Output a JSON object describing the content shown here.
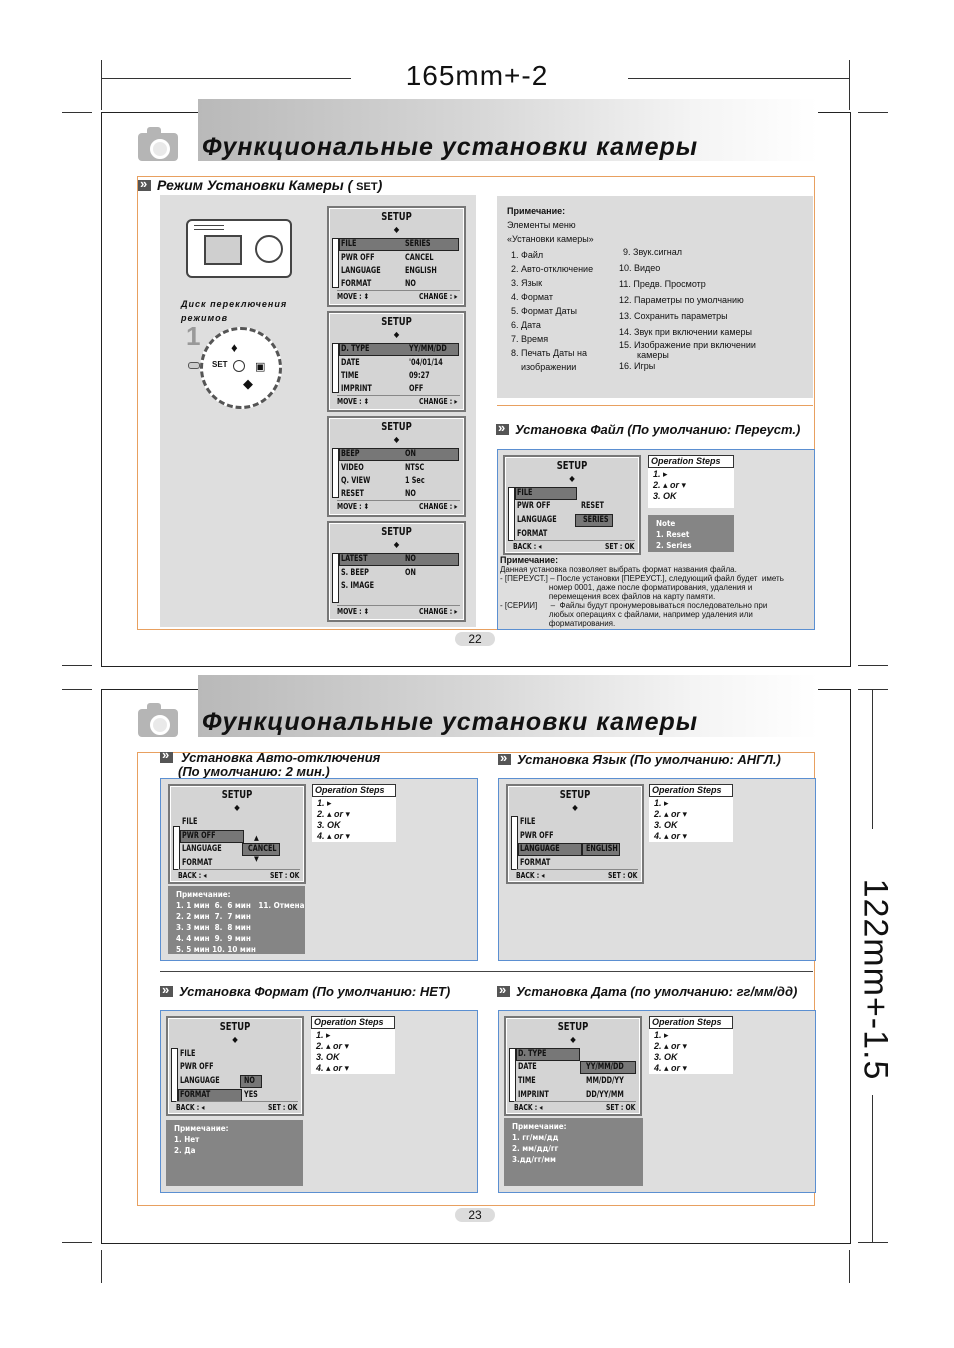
{
  "dims": {
    "width_label": "165mm+-2",
    "height_label": "122mm+-1.5"
  },
  "page1": {
    "title": "Функциональные установки камеры",
    "section": "Режим Установки Камеры (",
    "section_set": "SET",
    "section_close": ")",
    "dial_label_1": "Диск переключения",
    "dial_label_2": "режимов",
    "dial_num": "1",
    "dial_set": "SET",
    "screens": [
      {
        "title": "SETUP",
        "rows": [
          [
            "FILE",
            "SERIES"
          ],
          [
            "PWR OFF",
            "CANCEL"
          ],
          [
            "LANGUAGE",
            "ENGLISH"
          ],
          [
            "FORMAT",
            "NO"
          ]
        ],
        "move": "MOVE :",
        "change": "CHANGE :"
      },
      {
        "title": "SETUP",
        "rows": [
          [
            "D. TYPE",
            "YY/MM/DD"
          ],
          [
            "DATE",
            "'04/01/14"
          ],
          [
            "TIME",
            "09:27"
          ],
          [
            "IMPRINT",
            "OFF"
          ]
        ],
        "move": "MOVE :",
        "change": "CHANGE :"
      },
      {
        "title": "SETUP",
        "rows": [
          [
            "BEEP",
            "ON"
          ],
          [
            "VIDEO",
            "NTSC"
          ],
          [
            "Q. VIEW",
            "1 Sec"
          ],
          [
            "RESET",
            "NO"
          ]
        ],
        "move": "MOVE :",
        "change": "CHANGE :"
      },
      {
        "title": "SETUP",
        "rows": [
          [
            "LATEST",
            "NO"
          ],
          [
            "S. BEEP",
            "ON"
          ],
          [
            "S. IMAGE",
            ""
          ],
          [
            "",
            ""
          ]
        ],
        "move": "MOVE :",
        "change": "CHANGE :"
      }
    ],
    "note_title": "Примечание:",
    "note_intro_1": "Элементы меню",
    "note_intro_2": "«Установки камеры»",
    "menu_left": [
      "1. Файл",
      "2. Авто-отключение",
      "3. Язык",
      "4. Формат",
      "5. Формат Даты",
      "6. Дата",
      "7. Время",
      "8. Печать Даты на",
      "изображении"
    ],
    "menu_right": [
      "9.  Звук.сигнал",
      "10. Видео",
      "11. Предв. Просмотр",
      "12. Параметры по умолчанию",
      "13. Сохранить параметры",
      "14. Звук при включении камеры",
      "15. Изображение при включении",
      "камеры",
      "16. Игры"
    ],
    "file_section": "Установка Файл (По умолчанию: Переуст.)",
    "file_screen": {
      "title": "SETUP",
      "rows": [
        [
          "FILE",
          ""
        ],
        [
          "PWR OFF",
          "RESET"
        ],
        [
          "LANGUAGE",
          "SERIES"
        ],
        [
          "FORMAT",
          ""
        ]
      ],
      "back": "BACK :",
      "set": "SET : OK"
    },
    "file_ops": {
      "header": "Operation Steps",
      "steps": [
        "1. ▸",
        "2. ▴ or ▾",
        "3. OK"
      ]
    },
    "file_note": "Note\n1. Reset\n2. Series",
    "file_desc_title": "Примечание:",
    "file_desc": [
      "Данная установка позволяет выбрать формат названия файла.",
      "- [ПЕРЕУСТ.] – После установки [ПЕРЕУСТ.], следующий файл будет  иметь",
      "                      номер 0001, даже после форматирования, удаления и",
      "                      перемещения всех файлов на карту памяти.",
      "- [СЕРИИ]      –  Файлы будут пронумеровываться последовательно при",
      "                      любых операциях с файлами, например удаления или",
      "                      форматирования."
    ],
    "page_no": "22"
  },
  "page2": {
    "title": "Функциональные установки камеры",
    "pwr_section_1": "Установка Авто-отключения",
    "pwr_section_2": "(По умолчанию: 2 мин.)",
    "lang_section": "Установка Язык (По умолчанию: АНГЛ.)",
    "fmt_section": "Установка Формат (По умолчанию: НЕТ)",
    "date_section": "Установка Дата (по умолчанию: гг/мм/дд)",
    "pwr_screen": {
      "title": "SETUP",
      "rows": [
        [
          "FILE",
          ""
        ],
        [
          "PWR OFF",
          ""
        ],
        [
          "LANGUAGE",
          "CANCEL"
        ],
        [
          "FORMAT",
          ""
        ]
      ],
      "back": "BACK :",
      "set": "SET : OK"
    },
    "lang_screen": {
      "title": "SETUP",
      "rows": [
        [
          "FILE",
          ""
        ],
        [
          "PWR OFF",
          ""
        ],
        [
          "LANGUAGE",
          "ENGLISH"
        ],
        [
          "FORMAT",
          ""
        ]
      ],
      "back": "BACK :",
      "set": "SET : OK"
    },
    "fmt_screen": {
      "title": "SETUP",
      "rows": [
        [
          "FILE",
          ""
        ],
        [
          "PWR OFF",
          ""
        ],
        [
          "LANGUAGE",
          "NO"
        ],
        [
          "FORMAT",
          "YES"
        ]
      ],
      "back": "BACK :",
      "set": "SET : OK"
    },
    "date_screen": {
      "title": "SETUP",
      "rows": [
        [
          "D. TYPE",
          ""
        ],
        [
          "DATE",
          "YY/MM/DD"
        ],
        [
          "TIME",
          "MM/DD/YY"
        ],
        [
          "IMPRINT",
          "DD/YY/MM"
        ]
      ],
      "back": "BACK :",
      "set": "SET : OK"
    },
    "ops4": {
      "header": "Operation Steps",
      "steps": [
        "1. ▸",
        "2. ▴ or ▾",
        "3. OK",
        "4. ▴ or ▾"
      ]
    },
    "pwr_note": "Примечание:\n1. 1 мин  6.  6 мин   11. Отмена\n2. 2 мин  7.  7 мин\n3. 3 мин  8.  8 мин\n4. 4 мин  9.  9 мин\n5. 5 мин 10. 10 мин",
    "fmt_note": "Примечание:\n1. Нет\n2. Да",
    "date_note": "Примечание:\n1. гг/мм/дд\n2. мм/дд/гг\n3.дд/гг/мм",
    "page_no": "23"
  }
}
